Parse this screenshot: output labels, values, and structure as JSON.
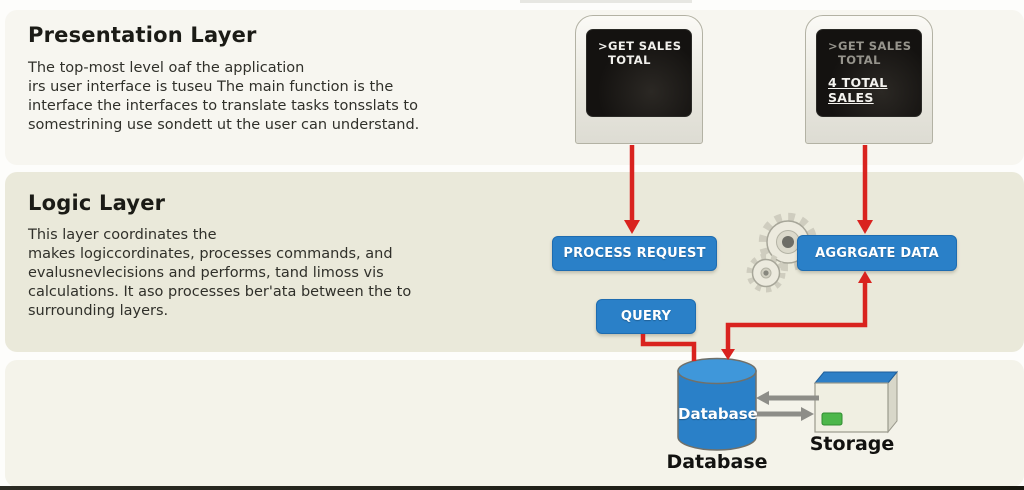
{
  "diagram": {
    "layers": [
      {
        "title": "Presentation Layer",
        "body": "The top-most level oaf the application\nirs user interface is tuseu The main function is the\ninterface the interfaces to translate tasks tonsslats to\nsomestrining use sondett ut the user can understand."
      },
      {
        "title": "Logic Layer",
        "body": "This layer coordinates the\nmakes logiccordinates, processes commands,  and\nevalusnevlecisions and performs, tand limoss vis\ncalculations.  It aso processes ber'ata between the to\nsurrounding layers."
      },
      {
        "title": "",
        "body": ""
      }
    ],
    "terminals": [
      {
        "prompt_line1": ">GET SALES",
        "prompt_line2": "TOTAL",
        "result": ""
      },
      {
        "prompt_line1": ">GET SALES",
        "prompt_line2": "TOTAL",
        "result": "4 TOTAL SALES"
      }
    ],
    "nodes": {
      "process": "PROCESS REQUEST",
      "query": "QUERY",
      "aggregate": "AGGRGATE DATA",
      "database_label": "Database",
      "database_caption": "Database",
      "storage_caption": "Storage"
    },
    "colors": {
      "node_blue": "#2a80c8",
      "cylinder_top_blue": "#3f97da",
      "arrow_red": "#d9231f",
      "arrow_gray": "#8d8d88",
      "led_green": "#4cb74a",
      "layer1_bg": "#f7f6f0",
      "layer2_bg": "#eae9da",
      "layer3_bg": "#f4f3ea",
      "screen_bg": "#141210"
    }
  }
}
